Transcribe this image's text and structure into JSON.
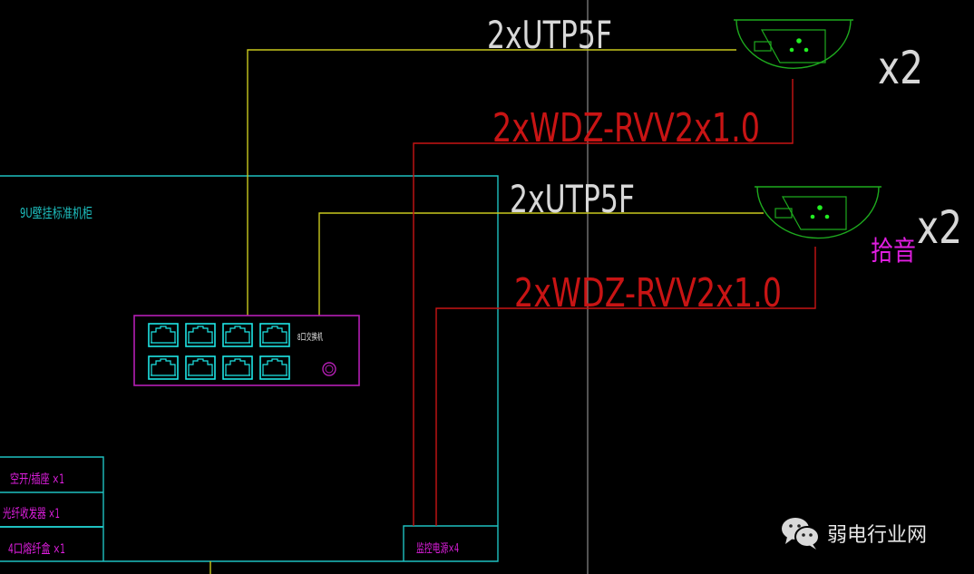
{
  "colors": {
    "background": "#000000",
    "cabinet": "#1ec0c0",
    "utp_cable": "#c8c81e",
    "power_cable": "#c81414",
    "camera": "#1eaa1e",
    "camera_dots": "#22ee22",
    "switch_border": "#b41eb4",
    "ports": "#1ee6e6",
    "magenta_text": "#e01ee0",
    "white_text": "#d8d8d8",
    "crosshair": "#8a8a8a"
  },
  "cabinet": {
    "title": "9U壁挂标准机柜",
    "items": [
      "空开/插座 ×1",
      "光纤收发器 ×1",
      "4口熔纤盒 ×1"
    ],
    "power_box": "监控电源×4"
  },
  "switch": {
    "label": "8口交换机",
    "port_count": 8
  },
  "cameras": [
    {
      "utp_label": "2xUTP5F",
      "power_label": "2xWDZ-RVV2x1.0",
      "quantity": "x2",
      "extra_label": ""
    },
    {
      "utp_label": "2xUTP5F",
      "power_label": "2xWDZ-RVV2x1.0",
      "quantity": "x2",
      "extra_label": "拾音"
    }
  ],
  "watermark": {
    "icon": "wechat-icon",
    "text": "弱电行业网"
  }
}
